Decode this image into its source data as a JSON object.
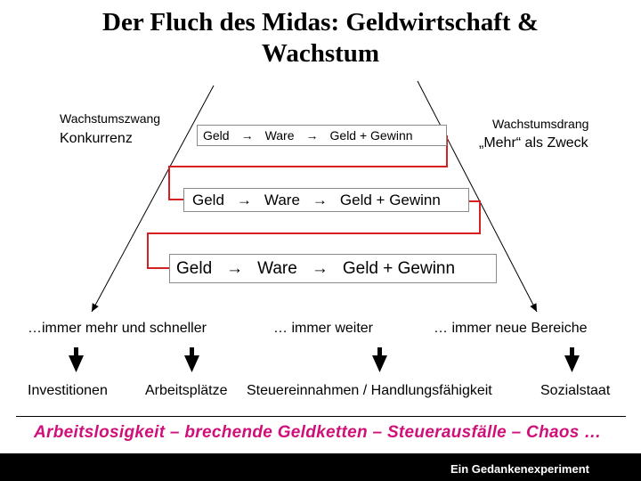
{
  "title": {
    "line1": "Der Fluch des Midas: Geldwirtschaft &",
    "line2": "Wachstum"
  },
  "left_side": {
    "label_small": "Wachstumszwang",
    "label_main": "Konkurrenz"
  },
  "right_side": {
    "label_small": "Wachstumsdrang",
    "label_main": "„Mehr“ als Zweck"
  },
  "chain": {
    "geld": "Geld",
    "ware": "Ware",
    "result": "Geld + Gewinn",
    "arrow": "→"
  },
  "phrases": {
    "left": "…immer mehr und schneller",
    "center": "… immer weiter",
    "right": "… immer neue Bereiche"
  },
  "results": {
    "investitionen": "Investitionen",
    "arbeitsplaetze": "Arbeitsplätze",
    "steuern": "Steuereinnahmen / Handlungsfähigkeit",
    "sozialstaat": "Sozialstaat"
  },
  "consequence": "Arbeitslosigkeit – brechende Geldketten – Steuerausfälle – Chaos …",
  "footer": "Ein Gedankenexperiment",
  "colors": {
    "connector": "#d42020",
    "consequence": "#d0107a",
    "footer_bg": "#000000"
  }
}
